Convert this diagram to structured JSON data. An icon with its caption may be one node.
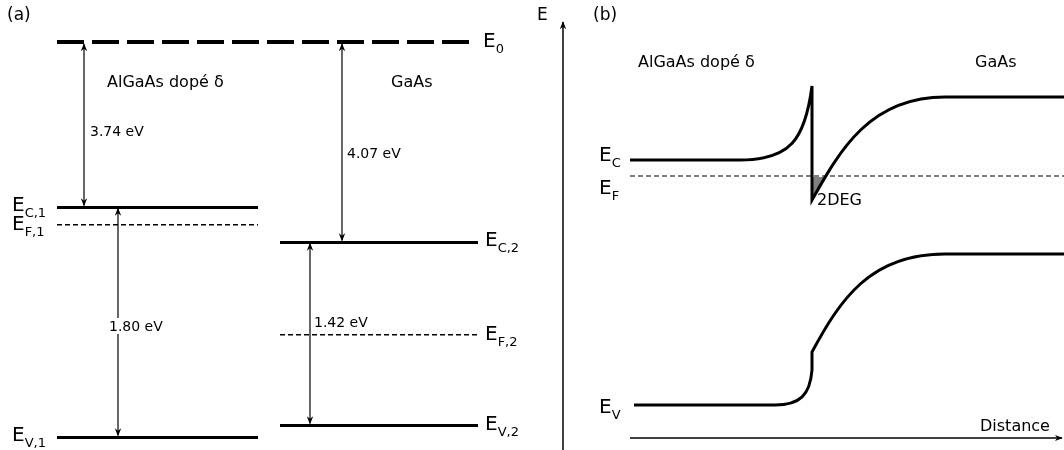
{
  "diagram": {
    "nodes": [
      {
        "text": [],
        "shape": "bar",
        "beside": [
          "E$_{0}$"
        ]
      },
      {
        "text": [],
        "shape": "bar",
        "beside": [
          "E$_{C,1}$"
        ]
      },
      {
        "text": [],
        "shape": "bar",
        "beside": [
          "E$_{F,1}$"
        ]
      },
      {
        "text": [],
        "shape": "bar",
        "beside": [
          "E$_{V,1}$"
        ]
      },
      {
        "text": [],
        "shape": "bar",
        "beside": [
          "E$_{C,2}$"
        ]
      },
      {
        "text": [],
        "shape": "bar",
        "beside": [
          "E$_{F,2}$"
        ]
      },
      {
        "text": [],
        "shape": "bar",
        "beside": [
          "E$_{V,2}$"
        ]
      }
    ],
    "edges": [
      {
        "from": 1,
        "to": 0,
        "arrow": "both",
        "label": "3.74 eV"
      },
      {
        "from": 3,
        "to": 1,
        "arrow": "both",
        "label": "1.80 eV"
      },
      {
        "from": 4,
        "to": 0,
        "arrow": "both",
        "label": "4.07 eV"
      },
      {
        "from": 6,
        "to": 4,
        "arrow": "both",
        "label": "1.42 eV"
      }
    ],
    "labels": [
      "(a)",
      "AlGaAs dopé δ",
      "GaAs",
      "E",
      "(b)",
      "AlGaAs dopé δ",
      "GaAs",
      "E$_{C}$",
      "E$_{F}$",
      "2DEG",
      "E$_{V}$",
      "Distance"
    ]
  }
}
